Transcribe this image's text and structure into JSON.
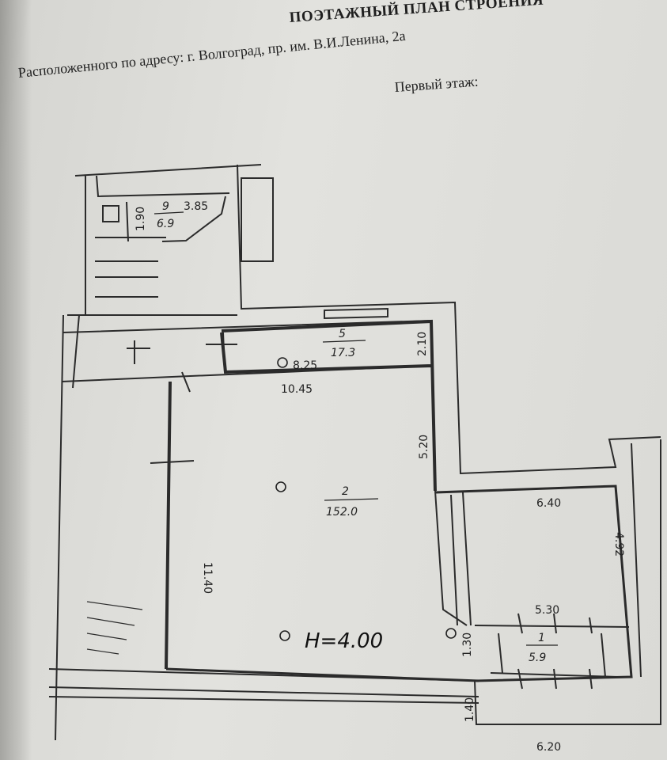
{
  "header": {
    "title": "ПОЭТАЖНЫЙ ПЛАН СТРОЕНИЯ",
    "address": "Расположенного по адресу: г. Волгоград, пр. им. В.И.Ленина, 2а",
    "floor": "Первый этаж:"
  },
  "rooms": [
    {
      "number": "9",
      "area": "6.9"
    },
    {
      "number": "5",
      "area": "17.3"
    },
    {
      "number": "2",
      "area": "152.0"
    },
    {
      "number": "1",
      "area": "5.9"
    }
  ],
  "dimensions": {
    "d_190": "1.90",
    "d_385": "3.85",
    "d_210": "2.10",
    "d_825": "8.25",
    "d_1045": "10.45",
    "d_520": "5.20",
    "d_1140": "11.40",
    "d_640": "6.40",
    "d_492": "4.92",
    "d_530": "5.30",
    "d_130": "1.30",
    "d_140": "1.40",
    "d_620": "6.20"
  },
  "height_label": "H=4.00",
  "colors": {
    "wall": "#2b2b2b",
    "paper": "#e2e2de",
    "ink": "#1f1f1f"
  }
}
